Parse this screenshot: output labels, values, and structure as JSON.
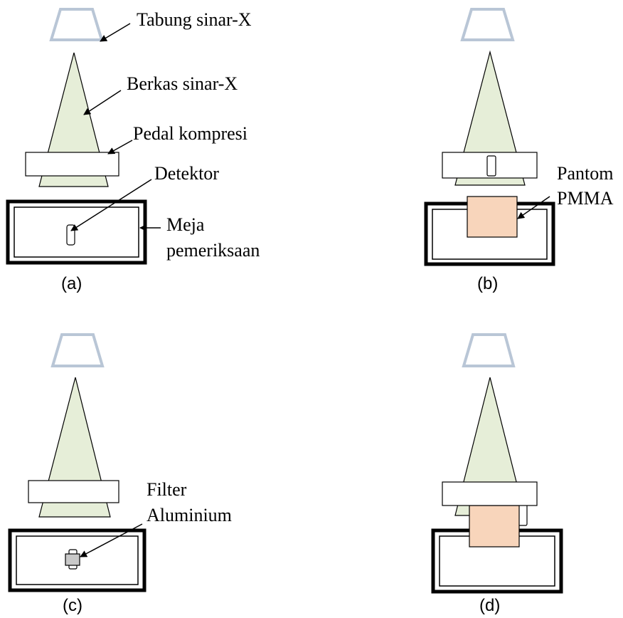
{
  "labels": {
    "tube": "Tabung sinar-X",
    "beam": "Berkas sinar-X",
    "paddle": "Pedal kompresi",
    "detector": "Detektor",
    "table_line1": "Meja",
    "table_line2": "pemeriksaan",
    "phantom_line1": "Pantom",
    "phantom_line2": "PMMA",
    "filter_line1": "Filter",
    "filter_line2": "Aluminium"
  },
  "captions": {
    "a": "(a)",
    "b": "(b)",
    "c": "(c)",
    "d": "(d)"
  },
  "colors": {
    "beam": "#e6eed8",
    "phantom": "#f8d5bb",
    "filter": "#c9c9c9",
    "tube_outline": "#b9c6d6",
    "table_border": "#000000"
  }
}
